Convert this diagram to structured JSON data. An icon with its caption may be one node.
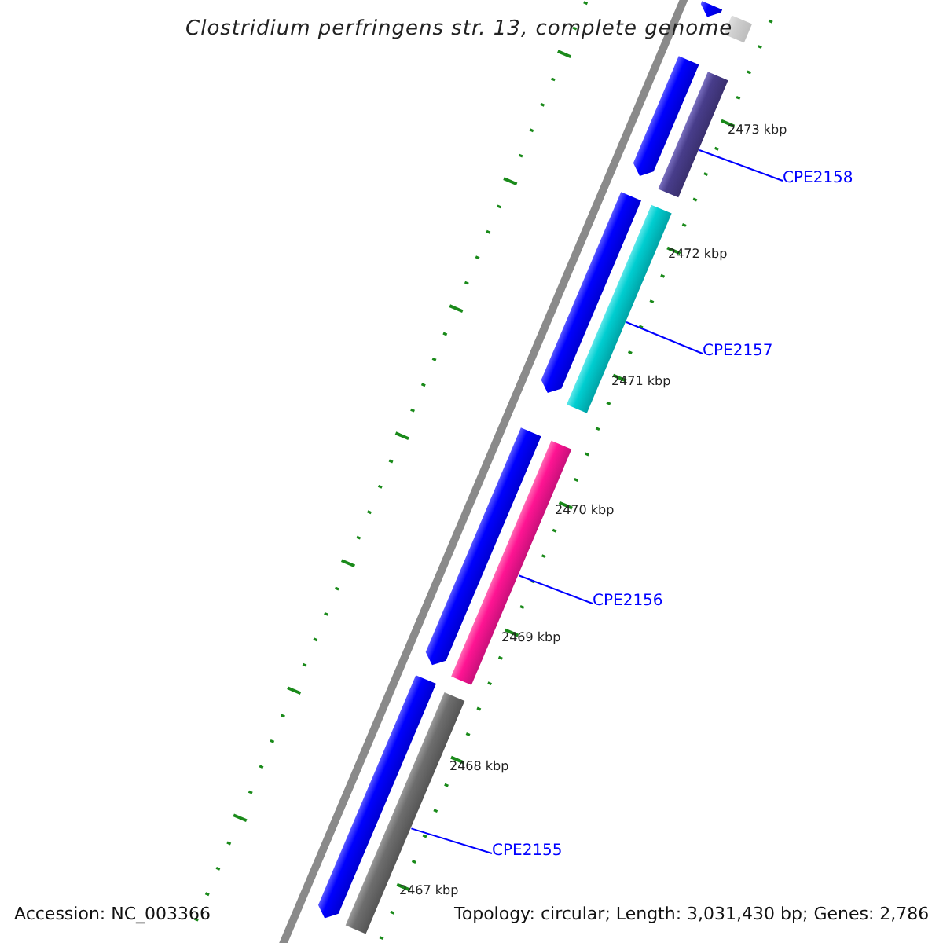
{
  "diagram": {
    "title": "Clostridium perfringens str. 13, complete genome",
    "nodes": [
      {
        "text": [],
        "shape": "arrow"
      },
      {
        "text": [],
        "shape": "bar"
      },
      {
        "text": [],
        "shape": "arrow"
      },
      {
        "text": [],
        "shape": "bar"
      },
      {
        "text": [
          "CPE2158"
        ]
      },
      {
        "text": [],
        "shape": "arrow"
      },
      {
        "text": [],
        "shape": "bar"
      },
      {
        "text": [
          "CPE2157"
        ]
      },
      {
        "text": [],
        "shape": "arrow"
      },
      {
        "text": [],
        "shape": "bar"
      },
      {
        "text": [
          "CPE2156"
        ]
      },
      {
        "text": [],
        "shape": "arrow"
      },
      {
        "text": [],
        "shape": "bar"
      },
      {
        "text": [
          "CPE2155"
        ]
      }
    ],
    "edges": [
      {
        "from": 4,
        "to": 3,
        "arrow": "none"
      },
      {
        "from": 7,
        "to": 6,
        "arrow": "none"
      },
      {
        "from": 10,
        "to": 9,
        "arrow": "none"
      },
      {
        "from": 13,
        "to": 12,
        "arrow": "none"
      }
    ],
    "labels": [
      "2473 kbp",
      "2472 kbp",
      "2471 kbp",
      "2470 kbp",
      "2469 kbp",
      "2468 kbp",
      "2467 kbp",
      "Accession: NC_003366",
      "Topology: circular; Length: 3,031,430 bp; Genes: 2,786"
    ]
  }
}
